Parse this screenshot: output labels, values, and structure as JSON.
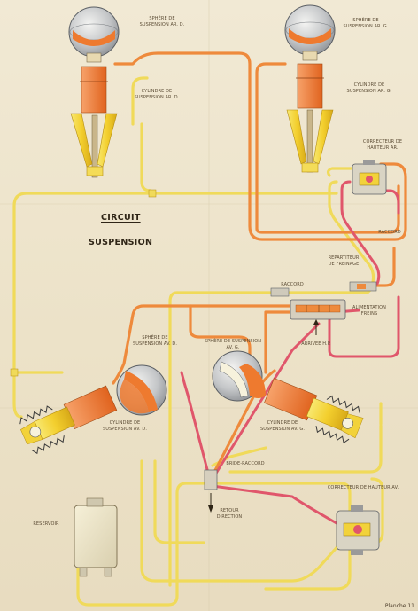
{
  "title_line1": "CIRCUIT",
  "title_line2": "SUSPENSION",
  "plate": "Planche 11",
  "labels": {
    "sphere_ar_d": [
      "SPHÈRE DE",
      "SUSPENSION AR. D."
    ],
    "cyl_ar_d": [
      "CYLINDRE DE",
      "SUSPENSION AR. D."
    ],
    "sphere_ar_g": [
      "SPHÈRE DE",
      "SUSPENSION AR. G."
    ],
    "cyl_ar_g": [
      "CYLINDRE DE",
      "SUSPENSION AR. G."
    ],
    "correcteur_ar": [
      "CORRECTEUR DE",
      "HAUTEUR AR."
    ],
    "raccord_right": [
      "RACCORD"
    ],
    "repartiteur": [
      "RÉPARTITEUR",
      "DE FREINAGE"
    ],
    "raccord_mid": [
      "RACCORD"
    ],
    "alimentation": [
      "ALIMENTATION",
      "FREINS"
    ],
    "arrivee": [
      "ARRIVÉE H.P."
    ],
    "sphere_av_d": [
      "SPHÈRE DE",
      "SUSPENSION AV. D."
    ],
    "sphere_av_g": [
      "SPHÈRE DE SUSPENSION",
      "AV. G."
    ],
    "cyl_av_d": [
      "CYLINDRE DE",
      "SUSPENSION AV. D."
    ],
    "cyl_av_g": [
      "CYLINDRE DE",
      "SUSPENSION AV. G."
    ],
    "bride": [
      "BRIDE-RACCORD"
    ],
    "retour": [
      "RETOUR",
      "DIRECTION"
    ],
    "correcteur_av": [
      "CORRECTEUR DE HAUTEUR AV."
    ],
    "reservoir": [
      "RÉSERVOIR"
    ]
  },
  "colors": {
    "background": "#efe6cf",
    "pipe_orange": "#ee8a3c",
    "pipe_yellow": "#f0da5a",
    "pipe_red": "#e0566b",
    "body_orange": "#ee7a2f",
    "body_yellow": "#f2d23a",
    "sphere_steel": "#b6b9bd",
    "text": "#5a4a33"
  }
}
